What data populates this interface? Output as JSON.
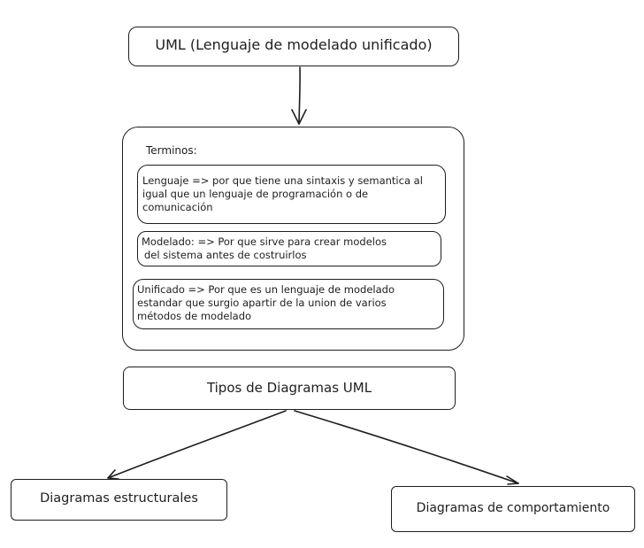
{
  "title": "UML (Lenguaje de modelado unificado)",
  "terms": {
    "heading": "Terminos:",
    "items": [
      {
        "lines": [
          "Lenguaje => por que tiene una sintaxis y semantica al",
          "igual que un lenguaje de programación o de",
          "comunicación"
        ]
      },
      {
        "lines": [
          "Modelado: => Por que sirve para crear modelos",
          "del sistema antes de costruirlos"
        ]
      },
      {
        "lines": [
          "Unificado => Por que es un lenguaje de modelado",
          "estandar que surgio apartir de la union de varios",
          "métodos de modelado"
        ]
      }
    ]
  },
  "types": {
    "label": "Tipos de Diagramas UML"
  },
  "structural": {
    "label": "Diagramas estructurales"
  },
  "behavioral": {
    "label": "Diagramas de comportamiento"
  },
  "colors": {
    "stroke": "#1e1e1e",
    "background": "#ffffff"
  }
}
